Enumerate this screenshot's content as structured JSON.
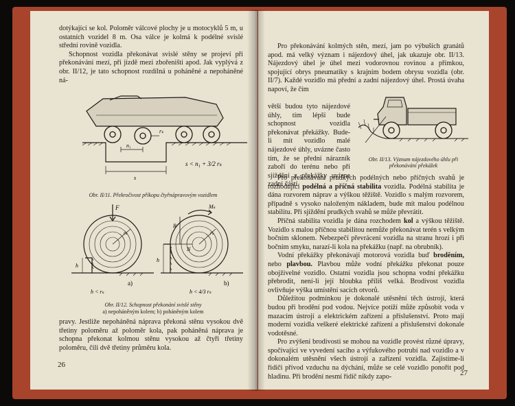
{
  "left": {
    "top_text": "dotýkající se kol. Poloměr válcové plochy je u motocyklů 5 m, u ostatních vozidel 8 m. Osa válce je kolmá k podélné svislé střední rovině vozidla.",
    "para2": "Schopnost vozidla překonávat svislé stěny se projeví při překonávání mezí, při jízdě mezi zbořeništi apod. Jak vyplývá z obr. II/12, je tato schopnost rozdílná u poháněné a nepoháněné ná-",
    "fig11_caption": "Obr. II/11. Překročivost příkopu čtyřnápravovým vozidlem",
    "fig11_labels": {
      "n1": "n₁",
      "rk": "rₖ",
      "s": "s",
      "formula": "s < n₁ + 3/2 rₖ"
    },
    "fig12_caption": "Obr. II/12. Schopnost překonání svislé stěny",
    "fig12_sub": "a) nepoháněným kolem; b) poháněným kolem",
    "fig12_labels": {
      "F": "F",
      "Mk": "Mₖ",
      "R": "R",
      "N": "N",
      "rk": "rₖ",
      "h": "h",
      "a": "a)",
      "b": "b)",
      "cond_a": "h < rₖ",
      "cond_b": "h < 4/3 rₖ"
    },
    "bottom_text": "pravy. Jestliže nepoháněná náprava překoná stěnu vysokou dvě třetiny poloměru až poloměr kola, pak poháněná náprava je schopna překonat kolmou stěnu vysokou až čtyři třetiny poloměru, čili dvě třetiny průměru kola.",
    "page_number": "26"
  },
  "right": {
    "p1": "Pro překonávání kolmých stěn, mezí, jam po výbuších granátů apod. má velký význam i nájezdový úhel, jak ukazuje obr. II/13. Nájezdový úhel je úhel mezi vodorovnou rovinou a přímkou, spojující obrys pneumatiky s krajním bodem obrysu vozidla (obr. II/7). Každé vozidlo má přední a zadní nájezdový úhel. Prostá úvaha napoví, že čím",
    "p1_narrow": "větší budou tyto nájezdové úhly, tím lépší bude schopnost vozidla překonávat překážky. Bude-li mít vozidlo malé nájezdové úhly, uvázne často tím, že se přední nárazník zaboří do terénu nebo při sjíždění z překážky uvízne zadní částí.",
    "fig13_caption": "Obr. II/13. Význam nájezdového úhlu při překonávání překážek",
    "p2a": "Pro překonávání prudkých podélných nebo příčných svahů je rozhodující ",
    "p2_bold": "podélná a příčná stabilita",
    "p2b": " vozidla. Podélná stabilita je dána rozvorem náprav a výškou těžiště. Vozidlo s malým rozvorem, případně s vysoko naloženým nákladem, bude mít malou podélnou stabilitu. Při sjíždění prudkých svahů se může převrátit.",
    "p3a": "Příčná stabilita vozidla je dána rozchodem ",
    "p3_bold": "kol",
    "p3b": " a výškou těžiště. Vozidlo s malou příčnou stabilitou nemůže překonávat terén s velkým bočním sklonem. Nebezpečí převrácení vozidla na stranu hrozí i při bočním smyku, narazí-li kola na překážku (např. na obrubník).",
    "p4a": "Vodní překážky překonávají motorová vozidla buď ",
    "p4_bold1": "brodĕním,",
    "p4b": " nebo ",
    "p4_bold2": "plavbou.",
    "p4c": " Plavbou může vodní překážku překonat pouze obojživelné vozidlo. Ostatní vozidla jsou schopna vodní překážku přebrodit, není-li její hloubka příliš velká. Brodivost vozidla ovlivňuje výška umístění sacích otvorů.",
    "p5": "Důležitou podmínkou je dokonalé utěsnění těch ústrojí, která budou při brodění pod vodou. Nejvíce potíží může způsobit voda v mazacím ústrojí a elektrickém zařízení a příslušenství. Proto mají moderní vozidla veškeré elektrické zařízení a příslušenství dokonale vodotěsné.",
    "p6": "Pro zvýšení brodivosti se mohou na vozidle provést různé úpravy, spočívající ve vyvedení sacího a výfukového potrubí nad vozidlo a v dokonalém utěsnění všech ústrojí a zařízení vozidla. Zajistíme-li řidiči přívod vzduchu na dýchání, může se celé vozidlo ponořit pod hladinu. Při brodění nesmí řidič nikdy zapo-",
    "page_number": "27"
  }
}
